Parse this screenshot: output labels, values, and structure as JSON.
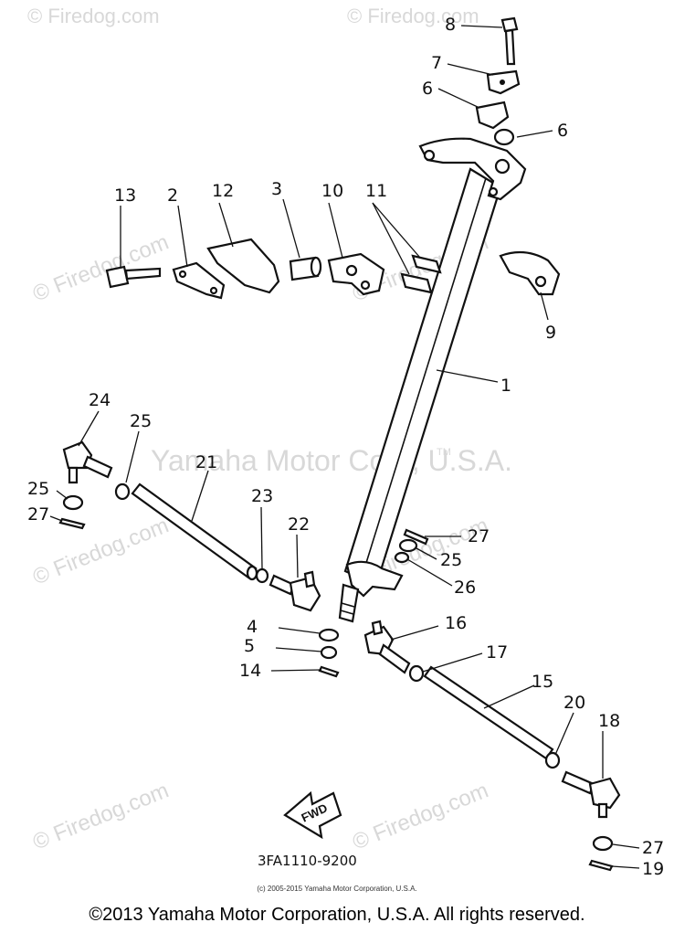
{
  "watermarks": {
    "brand": "© Firedog.com",
    "trademark": "Yamaha Motor Corp, U.S.A.",
    "tm": "TM"
  },
  "drawing": {
    "part_code": "3FA1110-9200",
    "fwd_label": "FWD",
    "small_copyright": "(c) 2005-2015 Yamaha Motor Corporation, U.S.A."
  },
  "callouts": [
    "1",
    "2",
    "3",
    "4",
    "5",
    "6",
    "6",
    "7",
    "8",
    "9",
    "10",
    "11",
    "12",
    "13",
    "14",
    "15",
    "16",
    "17",
    "18",
    "19",
    "20",
    "21",
    "22",
    "23",
    "24",
    "25",
    "25",
    "25",
    "26",
    "27",
    "27",
    "27"
  ],
  "footer": "©2013 Yamaha Motor Corporation, U.S.A. All rights reserved."
}
